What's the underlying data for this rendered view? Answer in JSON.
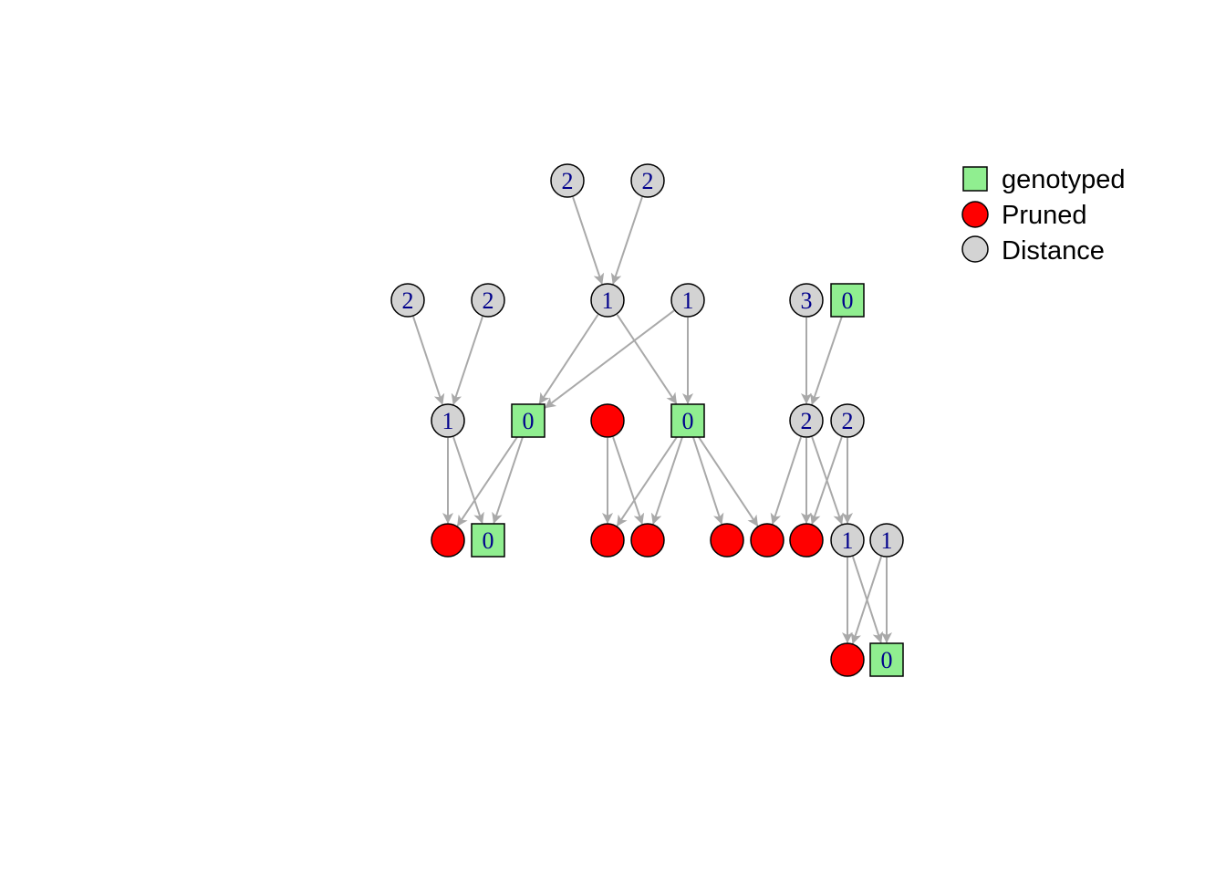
{
  "colors": {
    "genotyped": "#90ee90",
    "pruned": "#ff0000",
    "distance": "#d3d3d3",
    "edge": "#a9a9a9",
    "label": "#00008b",
    "outline": "#000000"
  },
  "legend": [
    {
      "id": "genotyped",
      "label": "genotyped",
      "shape": "square"
    },
    {
      "id": "pruned",
      "label": "Pruned",
      "shape": "circle"
    },
    {
      "id": "distance",
      "label": "Distance",
      "shape": "circle"
    }
  ],
  "nodes": [
    {
      "id": "a1",
      "type": "distance",
      "shape": "circle",
      "label": "2"
    },
    {
      "id": "a2",
      "type": "distance",
      "shape": "circle",
      "label": "2"
    },
    {
      "id": "b1",
      "type": "distance",
      "shape": "circle",
      "label": "2"
    },
    {
      "id": "b2",
      "type": "distance",
      "shape": "circle",
      "label": "2"
    },
    {
      "id": "b3",
      "type": "distance",
      "shape": "circle",
      "label": "1"
    },
    {
      "id": "b4",
      "type": "distance",
      "shape": "circle",
      "label": "1"
    },
    {
      "id": "b5",
      "type": "distance",
      "shape": "circle",
      "label": "3"
    },
    {
      "id": "b6",
      "type": "genotyped",
      "shape": "square",
      "label": "0"
    },
    {
      "id": "c1",
      "type": "distance",
      "shape": "circle",
      "label": "1"
    },
    {
      "id": "c2",
      "type": "genotyped",
      "shape": "square",
      "label": "0"
    },
    {
      "id": "c3",
      "type": "pruned",
      "shape": "circle",
      "label": ""
    },
    {
      "id": "c4",
      "type": "genotyped",
      "shape": "square",
      "label": "0"
    },
    {
      "id": "c5",
      "type": "distance",
      "shape": "circle",
      "label": "2"
    },
    {
      "id": "c6",
      "type": "distance",
      "shape": "circle",
      "label": "2"
    },
    {
      "id": "d1",
      "type": "pruned",
      "shape": "circle",
      "label": ""
    },
    {
      "id": "d2",
      "type": "genotyped",
      "shape": "square",
      "label": "0"
    },
    {
      "id": "d3",
      "type": "pruned",
      "shape": "circle",
      "label": ""
    },
    {
      "id": "d4",
      "type": "pruned",
      "shape": "circle",
      "label": ""
    },
    {
      "id": "d5",
      "type": "pruned",
      "shape": "circle",
      "label": ""
    },
    {
      "id": "d6",
      "type": "pruned",
      "shape": "circle",
      "label": ""
    },
    {
      "id": "d7",
      "type": "pruned",
      "shape": "circle",
      "label": ""
    },
    {
      "id": "d8",
      "type": "distance",
      "shape": "circle",
      "label": "1"
    },
    {
      "id": "d9",
      "type": "distance",
      "shape": "circle",
      "label": "1"
    },
    {
      "id": "e1",
      "type": "pruned",
      "shape": "circle",
      "label": ""
    },
    {
      "id": "e2",
      "type": "genotyped",
      "shape": "square",
      "label": "0"
    }
  ],
  "edges": [
    [
      "a1",
      "b3"
    ],
    [
      "a2",
      "b3"
    ],
    [
      "b1",
      "c1"
    ],
    [
      "b2",
      "c1"
    ],
    [
      "b3",
      "c2"
    ],
    [
      "b4",
      "c2"
    ],
    [
      "b3",
      "c4"
    ],
    [
      "b4",
      "c4"
    ],
    [
      "b5",
      "c5"
    ],
    [
      "b6",
      "c5"
    ],
    [
      "c1",
      "d1"
    ],
    [
      "c2",
      "d1"
    ],
    [
      "c1",
      "d2"
    ],
    [
      "c2",
      "d2"
    ],
    [
      "c3",
      "d3"
    ],
    [
      "c4",
      "d3"
    ],
    [
      "c3",
      "d4"
    ],
    [
      "c4",
      "d4"
    ],
    [
      "c4",
      "d5"
    ],
    [
      "c5",
      "d6"
    ],
    [
      "c4",
      "d6"
    ],
    [
      "c5",
      "d7"
    ],
    [
      "c6",
      "d7"
    ],
    [
      "c5",
      "d8"
    ],
    [
      "c6",
      "d8"
    ],
    [
      "d8",
      "e1"
    ],
    [
      "d9",
      "e1"
    ],
    [
      "d8",
      "e2"
    ],
    [
      "d9",
      "e2"
    ]
  ]
}
